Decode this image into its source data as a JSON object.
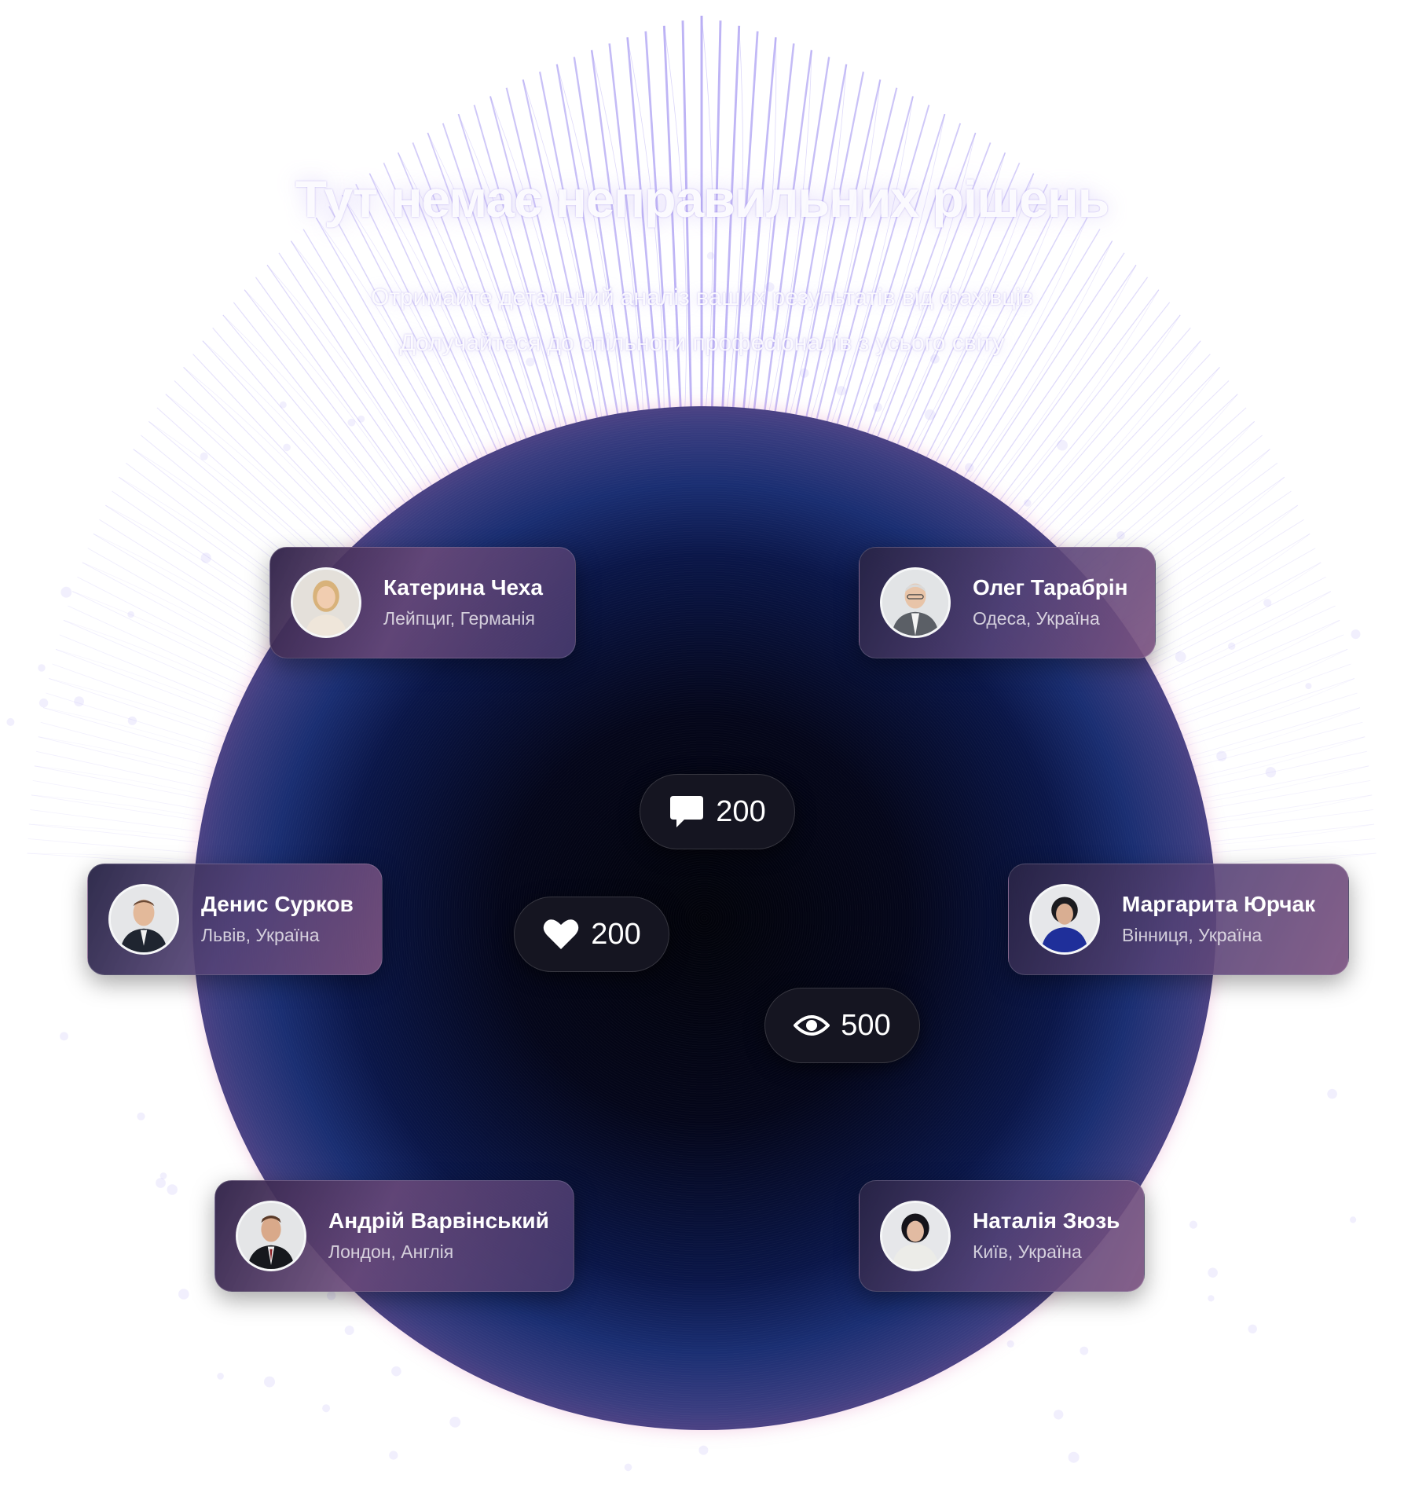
{
  "headline": "Тут немає неправильних рішень",
  "subtitle": [
    "Отримайте детальний аналіз ваших результатів від фахівців",
    "Долучайтеся до спільноти професіоналів з усього світу"
  ],
  "colors": {
    "ray": "#9b8cf0",
    "orb_core": "#02030a",
    "orb_mid": "#0a1648",
    "orb_rim": "#e58cbc",
    "card": "#5a3f6e",
    "pill": "#151521"
  },
  "stats": {
    "comments": {
      "icon": "comment-icon",
      "value": "200"
    },
    "likes": {
      "icon": "heart-icon",
      "value": "200"
    },
    "views": {
      "icon": "eye-icon",
      "value": "500"
    }
  },
  "experts": [
    {
      "name": "Катерина Чеха",
      "location": "Лейпциг, Германія",
      "avatar": "avatar-photo"
    },
    {
      "name": "Олег Тарабрін",
      "location": "Одеса, Україна",
      "avatar": "avatar-photo"
    },
    {
      "name": "Денис Сурков",
      "location": "Львів, Україна",
      "avatar": "avatar-photo"
    },
    {
      "name": "Маргарита Юрчак",
      "location": "Вінниця, Україна",
      "avatar": "avatar-photo"
    },
    {
      "name": "Андрій Варвінський",
      "location": "Лондон, Англія",
      "avatar": "avatar-photo"
    },
    {
      "name": "Наталія Зюзь",
      "location": "Київ, Україна",
      "avatar": "avatar-photo"
    }
  ]
}
